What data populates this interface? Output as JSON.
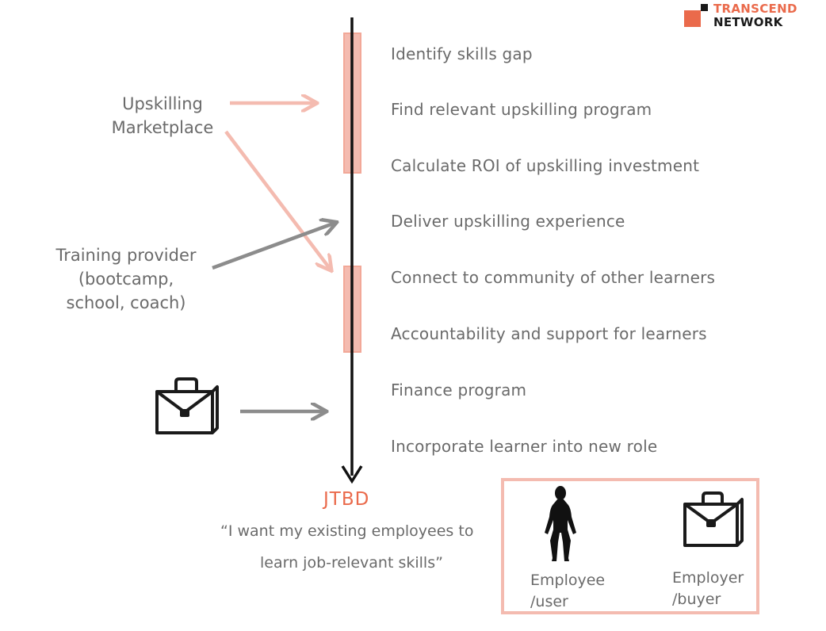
{
  "logo": {
    "line1": "TRANSCEND",
    "line2": "NETWORK",
    "accent_color": "#ea6a4b"
  },
  "steps": [
    "Identify skills gap",
    "Find relevant upskilling program",
    "Calculate ROI of upskilling investment",
    "Deliver upskilling experience",
    "Connect to community of other learners",
    "Accountability and support for learners",
    "Finance program",
    "Incorporate learner into new role"
  ],
  "actors": {
    "marketplace": [
      "Upskilling",
      "Marketplace"
    ],
    "training_provider": [
      "Training provider",
      "(bootcamp,",
      "school, coach)"
    ],
    "employer_icon": "briefcase-icon"
  },
  "jtbd": {
    "title": "JTBD",
    "quote_line1": "“I want my existing employees to",
    "quote_line2": "learn job-relevant skills”"
  },
  "personas": {
    "employee": [
      "Employee",
      "/user"
    ],
    "employer": [
      "Employer",
      "/buyer"
    ]
  },
  "colors": {
    "highlight": "#f4bbb0",
    "arrow_pink": "#f4bbb0",
    "arrow_gray": "#8c8c8c",
    "timeline": "#111111"
  }
}
